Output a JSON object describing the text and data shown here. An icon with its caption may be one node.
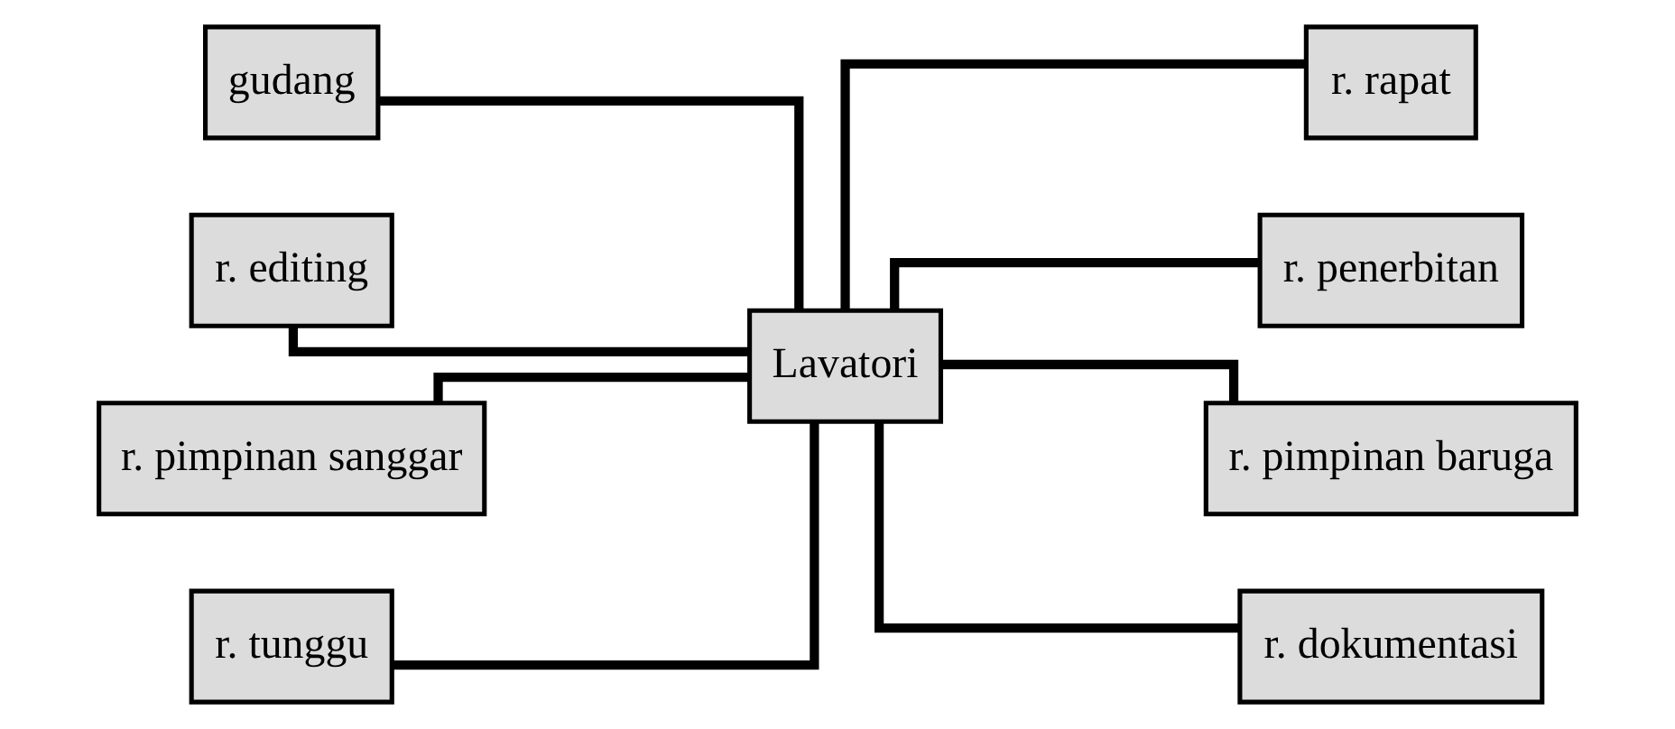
{
  "diagram": {
    "nodes": [
      {
        "text": [
          "Lavatori"
        ]
      },
      {
        "text": [
          "gudang"
        ]
      },
      {
        "text": [
          "r. rapat"
        ]
      },
      {
        "text": [
          "r. editing"
        ]
      },
      {
        "text": [
          "r. penerbitan"
        ]
      },
      {
        "text": [
          "r. pimpinan sanggar"
        ]
      },
      {
        "text": [
          "r. pimpinan baruga"
        ]
      },
      {
        "text": [
          "r. tunggu"
        ]
      },
      {
        "text": [
          "r. dokumentasi"
        ]
      }
    ],
    "edges": [
      {
        "from": 0,
        "to": 1,
        "arrow": "none"
      },
      {
        "from": 0,
        "to": 2,
        "arrow": "none"
      },
      {
        "from": 0,
        "to": 3,
        "arrow": "none"
      },
      {
        "from": 0,
        "to": 4,
        "arrow": "none"
      },
      {
        "from": 0,
        "to": 5,
        "arrow": "none"
      },
      {
        "from": 0,
        "to": 6,
        "arrow": "none"
      },
      {
        "from": 0,
        "to": 7,
        "arrow": "none"
      },
      {
        "from": 0,
        "to": 8,
        "arrow": "none"
      }
    ]
  }
}
